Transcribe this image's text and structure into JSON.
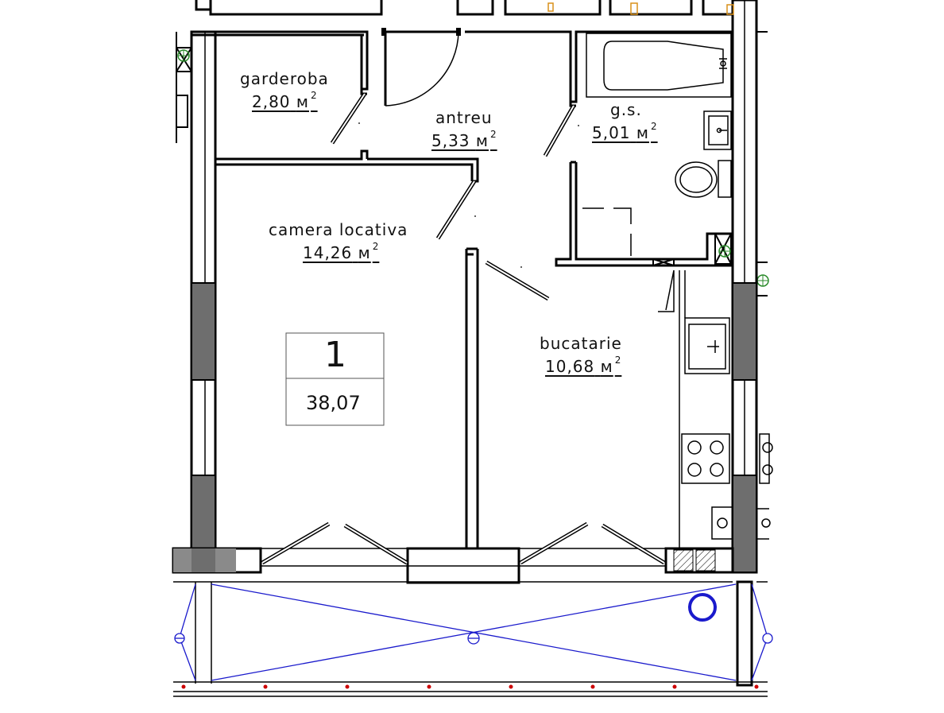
{
  "apartment": {
    "number": "1",
    "total_area": "38,07"
  },
  "area_unit": "м",
  "area_unit_power": "2",
  "rooms": {
    "garderoba": {
      "name": "garderoba",
      "area": "2,80"
    },
    "antreu": {
      "name": "antreu",
      "area": "5,33"
    },
    "gs": {
      "name": "g.s.",
      "area": "5,01"
    },
    "camera": {
      "name": "camera locativa",
      "area": "14,26"
    },
    "bucatarie": {
      "name": "bucatarie",
      "area": "10,68"
    }
  },
  "colors": {
    "wall": "#000000",
    "column_fill": "#6e6e6e",
    "balcony_lines": "#1a1acc",
    "railing_dots": "#cc0000",
    "background": "#ffffff"
  }
}
